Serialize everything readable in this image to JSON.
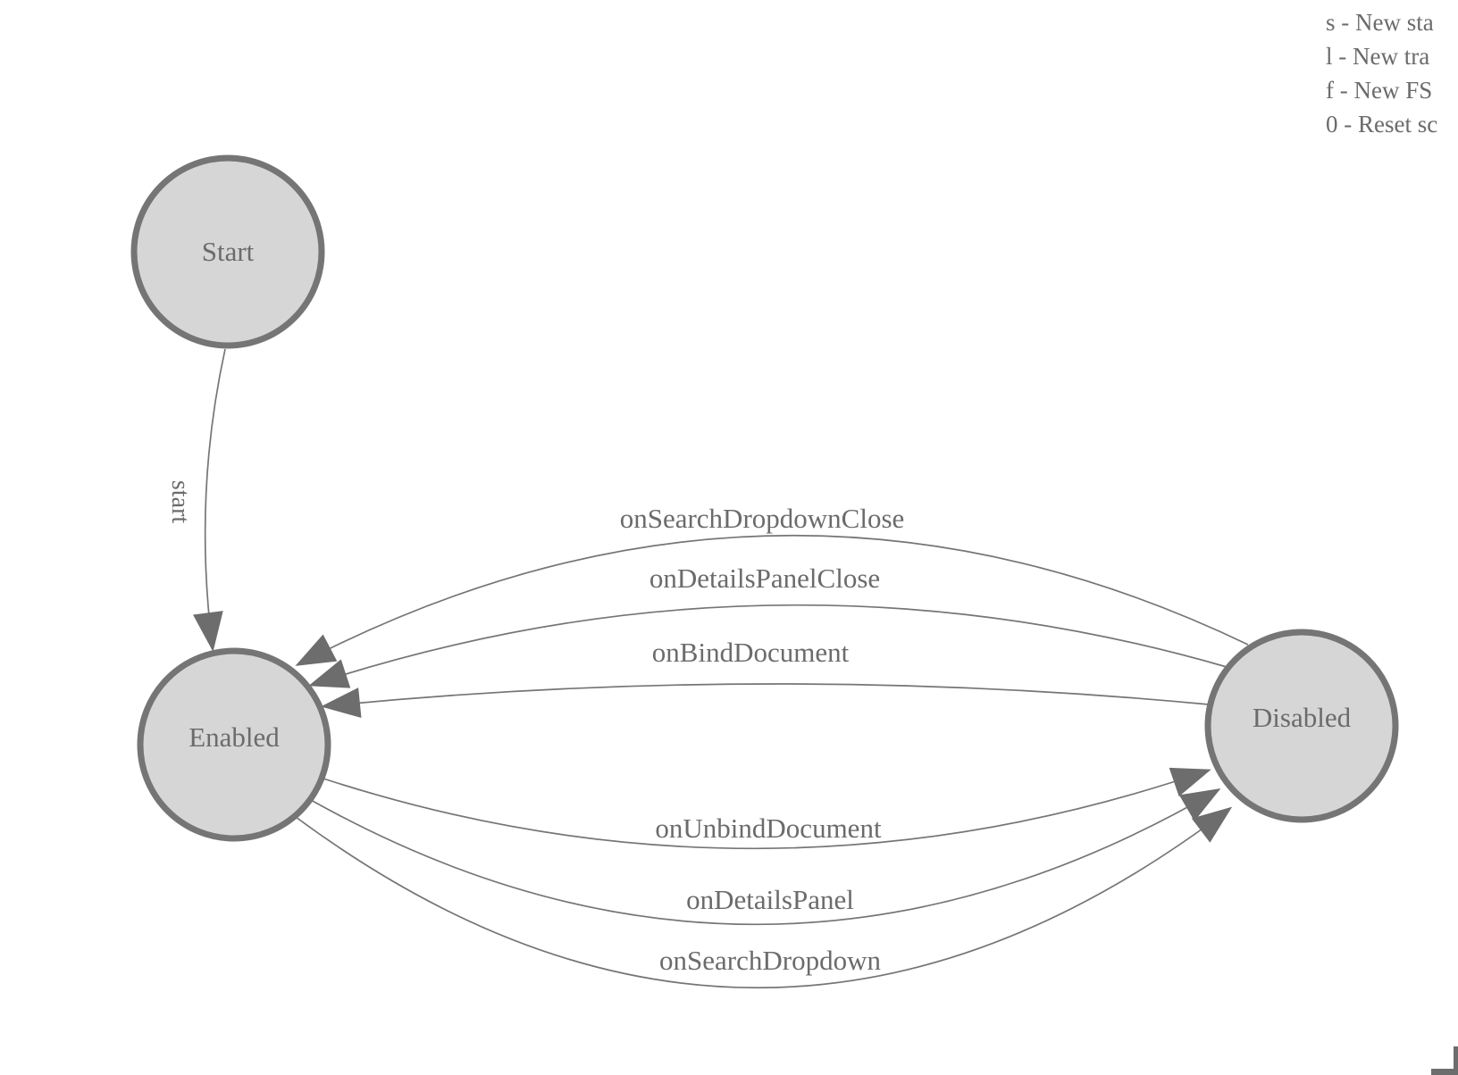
{
  "legend": {
    "items": [
      {
        "label": "s - New sta"
      },
      {
        "label": "l - New tra"
      },
      {
        "label": "f - New FS"
      },
      {
        "label": "0 - Reset sc"
      }
    ]
  },
  "diagram": {
    "states": [
      {
        "id": "start",
        "label": "Start"
      },
      {
        "id": "enabled",
        "label": "Enabled"
      },
      {
        "id": "disabled",
        "label": "Disabled"
      }
    ],
    "transitions": [
      {
        "label": "start",
        "from": "Start",
        "to": "Enabled"
      },
      {
        "label": "onSearchDropdownClose",
        "from": "Disabled",
        "to": "Enabled"
      },
      {
        "label": "onDetailsPanelClose",
        "from": "Disabled",
        "to": "Enabled"
      },
      {
        "label": "onBindDocument",
        "from": "Disabled",
        "to": "Enabled"
      },
      {
        "label": "onUnbindDocument",
        "from": "Enabled",
        "to": "Disabled"
      },
      {
        "label": "onDetailsPanel",
        "from": "Enabled",
        "to": "Disabled"
      },
      {
        "label": "onSearchDropdown",
        "from": "Enabled",
        "to": "Disabled"
      }
    ],
    "colors": {
      "state_fill": "#d6d6d6",
      "state_stroke": "#757575",
      "edge_stroke": "#757575",
      "arrowhead_fill": "#6d6d6d",
      "label_text": "#6b6b6b"
    }
  }
}
